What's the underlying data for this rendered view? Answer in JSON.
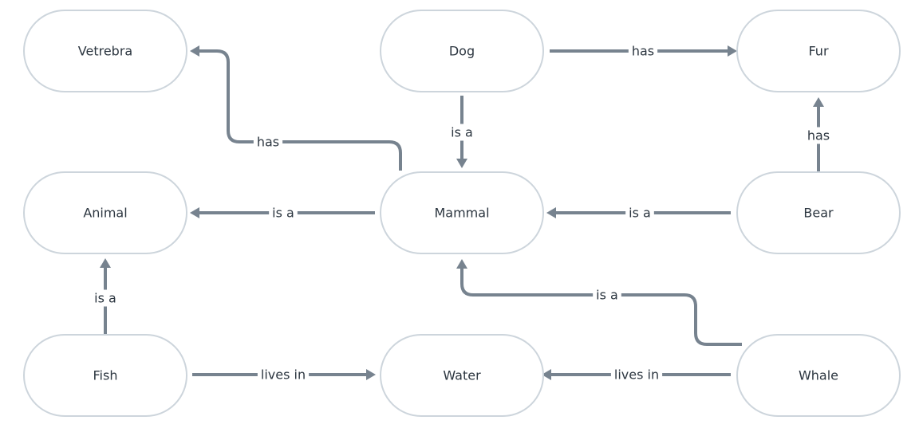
{
  "nodes": [
    {
      "id": "vetrebra",
      "label": "Vetrebra"
    },
    {
      "id": "dog",
      "label": "Dog"
    },
    {
      "id": "fur",
      "label": "Fur"
    },
    {
      "id": "animal",
      "label": "Animal"
    },
    {
      "id": "mammal",
      "label": "Mammal"
    },
    {
      "id": "bear",
      "label": "Bear"
    },
    {
      "id": "fish",
      "label": "Fish"
    },
    {
      "id": "water",
      "label": "Water"
    },
    {
      "id": "whale",
      "label": "Whale"
    }
  ],
  "edges": [
    {
      "id": "dog-fur",
      "from": "dog",
      "to": "fur",
      "label": "has"
    },
    {
      "id": "dog-mammal",
      "from": "dog",
      "to": "mammal",
      "label": "is a"
    },
    {
      "id": "mammal-vetrebra",
      "from": "mammal",
      "to": "vetrebra",
      "label": "has"
    },
    {
      "id": "bear-fur",
      "from": "bear",
      "to": "fur",
      "label": "has"
    },
    {
      "id": "mammal-animal",
      "from": "mammal",
      "to": "animal",
      "label": "is a"
    },
    {
      "id": "bear-mammal",
      "from": "bear",
      "to": "mammal",
      "label": "is a"
    },
    {
      "id": "whale-mammal",
      "from": "whale",
      "to": "mammal",
      "label": "is a"
    },
    {
      "id": "fish-animal",
      "from": "fish",
      "to": "animal",
      "label": "is a"
    },
    {
      "id": "fish-water",
      "from": "fish",
      "to": "water",
      "label": "lives in"
    },
    {
      "id": "whale-water",
      "from": "whale",
      "to": "water",
      "label": "lives in"
    }
  ]
}
